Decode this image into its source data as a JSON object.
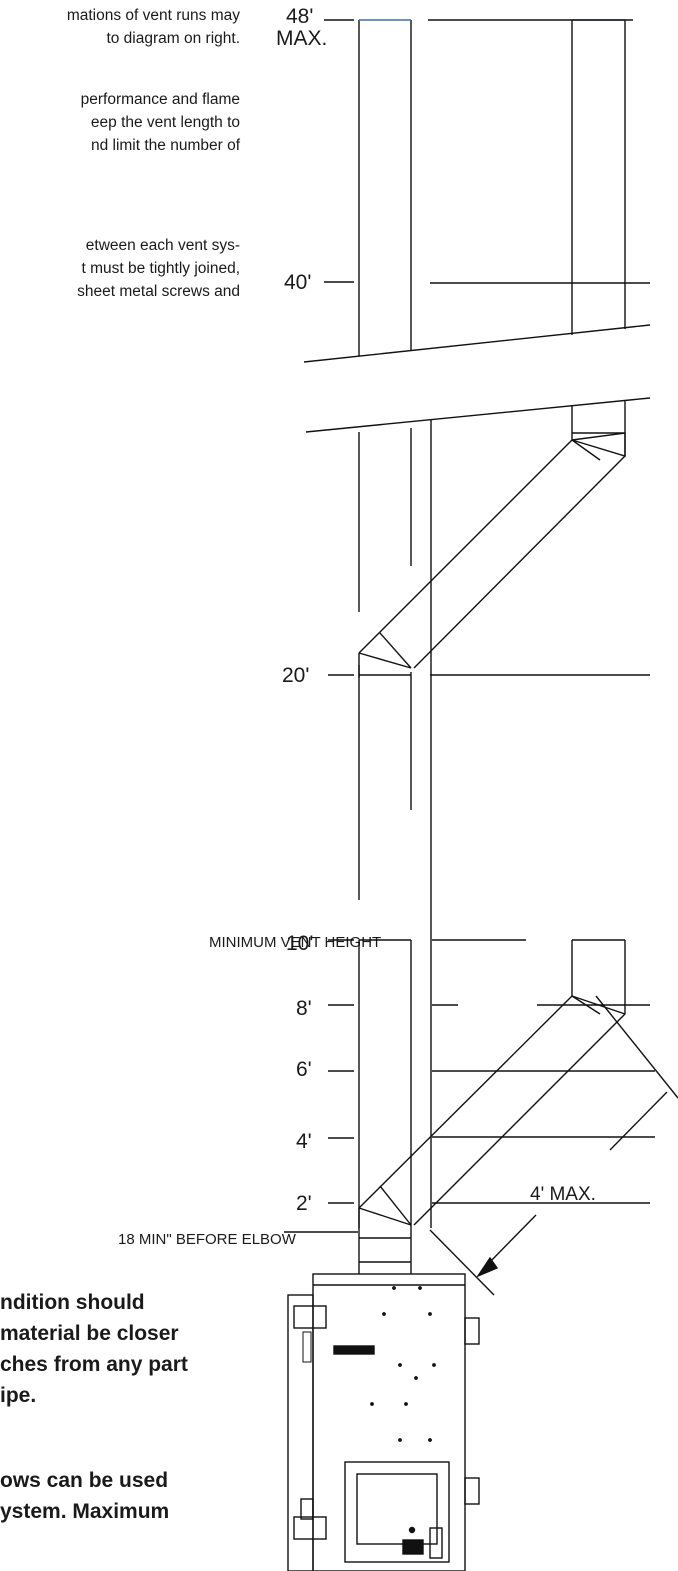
{
  "text_block_1": {
    "lines": [
      "mations of vent runs may",
      "to diagram on right."
    ]
  },
  "text_block_2": {
    "lines": [
      "performance and flame",
      "eep the vent length to",
      "nd limit the number of"
    ]
  },
  "text_block_3": {
    "lines": [
      "etween each vent sys-",
      "t must be tightly joined,",
      "sheet metal screws and"
    ]
  },
  "bold_block_1": {
    "lines": [
      "ndition should",
      "material be closer",
      "ches from any part",
      "ipe."
    ]
  },
  "bold_block_2": {
    "lines": [
      "ows can be used",
      "ystem. Maximum"
    ]
  },
  "diagram": {
    "height_labels": {
      "h48": "48'",
      "max": "MAX.",
      "h40": "40'",
      "h20": "20'",
      "h10": "10'",
      "h8": "8'",
      "h6": "6'",
      "h4": "4'",
      "h2": "2'"
    },
    "min_vent_height": "MINIMUM VENT HEIGHT",
    "before_elbow": "18 MIN\" BEFORE ELBOW",
    "offset_max": "4' MAX."
  },
  "colors": {
    "line": "#111111",
    "pipe_top_accent": "#3a6fb0"
  }
}
